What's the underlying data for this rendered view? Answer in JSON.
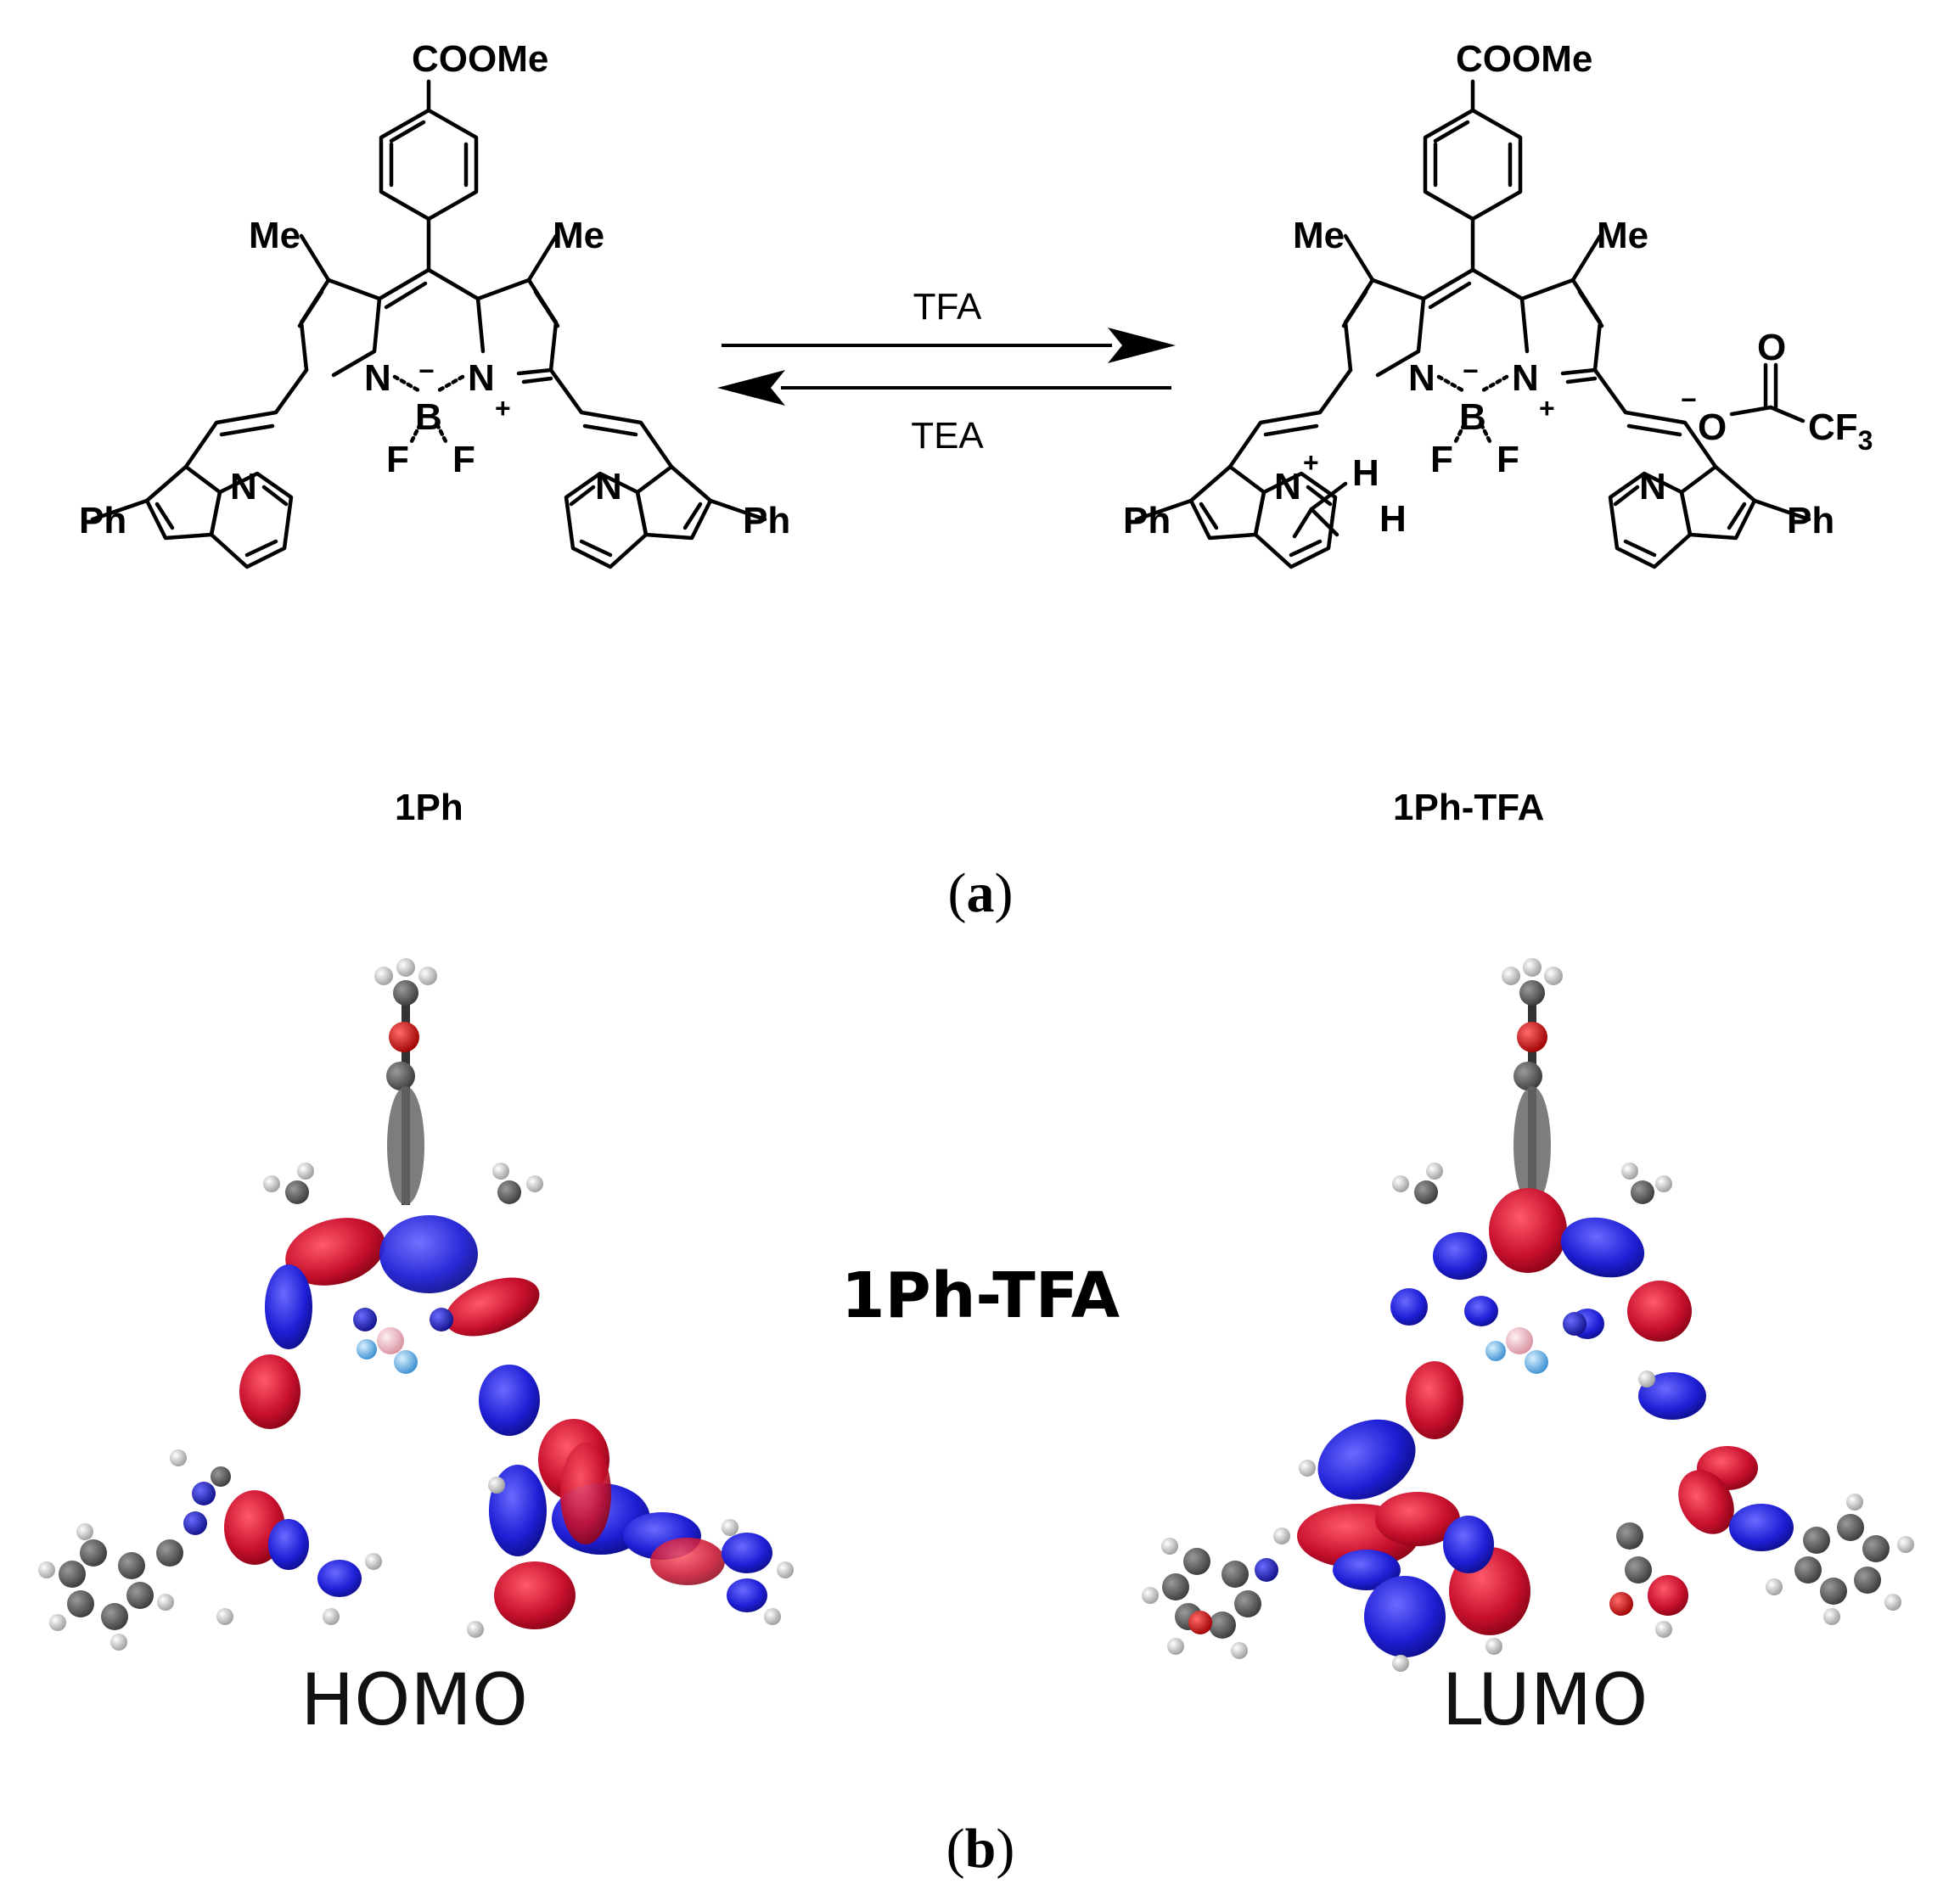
{
  "panel_a": {
    "left_structure": {
      "name": "1Ph",
      "groups": {
        "ester": "COOMe",
        "methyl": "Me",
        "phenyl": "Ph",
        "nitrogen": "N",
        "boron": "B",
        "fluorine": "F",
        "plus": "+",
        "minus": "−"
      }
    },
    "right_structure": {
      "name": "1Ph-TFA",
      "groups": {
        "ester": "COOMe",
        "methyl": "Me",
        "phenyl": "Ph",
        "nitrogen": "N",
        "boron": "B",
        "fluorine": "F",
        "hydrogen": "H",
        "plus": "+",
        "minus": "−"
      },
      "counterion": {
        "oxygen": "O",
        "cf3": "CF",
        "cf3_sub": "3",
        "minus": "−"
      }
    },
    "forward_reagent": "TFA",
    "reverse_reagent": "TEA",
    "caption_open": "(",
    "caption_letter": "a",
    "caption_close": ")"
  },
  "panel_b": {
    "center_label": "1Ph-TFA",
    "homo_label": "HOMO",
    "lumo_label": "LUMO",
    "caption_open": "(",
    "caption_letter": "b",
    "caption_close": ")",
    "colors": {
      "positive_lobe": "#c8102e",
      "negative_lobe": "#1f1fd6",
      "carbon": "#555555",
      "hydrogen": "#e6e6e6",
      "oxygen": "#d10000",
      "nitrogen": "#1d1dc8",
      "boron": "#f0b8c0",
      "fluorine": "#7fc0f0"
    }
  }
}
